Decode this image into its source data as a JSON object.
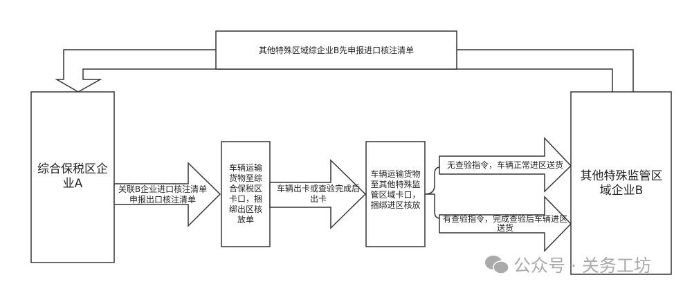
{
  "top_banner": "其他特殊区域综企业B先申报进口核注清单",
  "box_a": "综合保税区企业A",
  "arrow_1": "关联B企业进口核注清单申报出口核注清单",
  "box_2": "车辆运输货物至综合保税区卡口，捆绑出区核放单",
  "arrow_2": "车辆出卡或查验完成后出卡",
  "box_3": "车辆运输货物至其他特殊监管区域卡口，捆绑进区核放",
  "arrow_3": "无查验指令，车辆正常进区送货",
  "arrow_4": "有查验指令，完成查验后车辆进区送货",
  "box_b": "其他特殊监管区域企业B",
  "watermark": "公众号 · 关务工坊"
}
